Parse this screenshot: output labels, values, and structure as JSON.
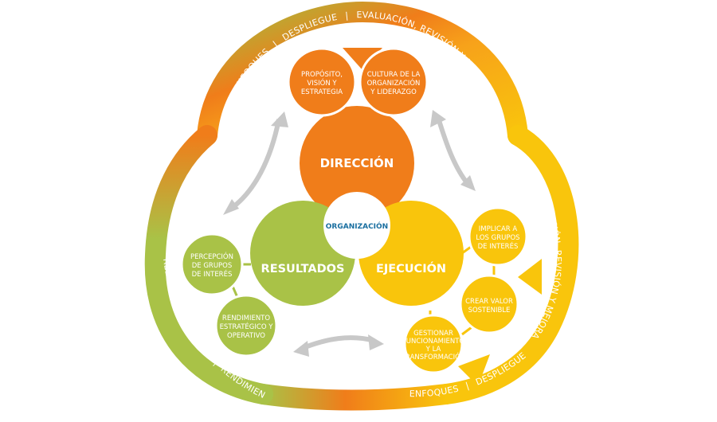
{
  "colors": {
    "orange": "#f07d1a",
    "orange_dark": "#e8730f",
    "yellow": "#f9c50c",
    "green": "#a9c247",
    "green_dark": "#94b43a",
    "center_text": "#1a6fa0",
    "arrow": "#c8c8c8"
  },
  "center": {
    "label": "ORGANIZACIÓN"
  },
  "main": {
    "direccion": "DIRECCIÓN",
    "ejecucion": "EJECUCIÓN",
    "resultados": "RESULTADOS"
  },
  "criteria": {
    "proposito": [
      "PROPÓSITO,",
      "VISIÓN Y",
      "ESTRATEGIA"
    ],
    "cultura": [
      "CULTURA DE LA",
      "ORGANIZACIÓN",
      "Y LIDERAZGO"
    ],
    "implicar": [
      "IMPLICAR A",
      "LOS GRUPOS",
      "DE INTERÉS"
    ],
    "crear_valor": [
      "CREAR VALOR",
      "SOSTENIBLE"
    ],
    "gestionar": [
      "GESTIONAR",
      "FUNCIONAMIENTO",
      "Y LA",
      "TRANSFORMACIÓN"
    ],
    "percepcion": [
      "PERCEPCIÓN",
      "DE GRUPOS",
      "DE INTERÉS"
    ],
    "rendimiento": [
      "RENDIMIENTO",
      "ESTRATÉGICO Y",
      "OPERATIVO"
    ]
  },
  "ring": {
    "top_enfoques": "ENFOQUES",
    "top_despliegue": "DESPLIEGUE",
    "top_evaluacion": "EVALUACIÓN, REVISIÓN Y MEJORA",
    "right_evaluacion": "EVALUACIÓN, REVISIÓN Y MEJORA",
    "bottom_enfoques": "ENFOQUES",
    "bottom_despliegue": "DESPLIEGUE",
    "left_relevancia": "RELEVANCIA Y UTILIDAD",
    "left_rendimiento": "RENDIMIENTO",
    "separator": "|"
  }
}
